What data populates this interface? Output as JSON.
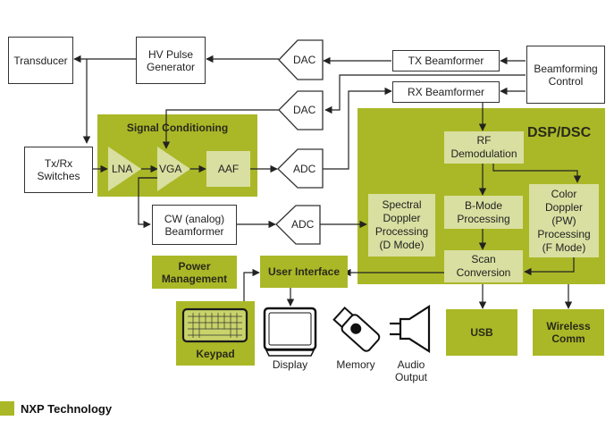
{
  "colors": {
    "nxp_green": "#aab827",
    "nxp_green_light": "#d9dfa0",
    "line": "#222222"
  },
  "blocks": {
    "transducer": "Transducer",
    "hv_pulse_generator": [
      "HV Pulse",
      "Generator"
    ],
    "dac_tx": "DAC",
    "dac_rx": "DAC",
    "tx_beamformer": "TX Beamformer",
    "rx_beamformer": "RX Beamformer",
    "beamforming_control": [
      "Beamforming",
      "Control"
    ],
    "txrx_switches": [
      "Tx/Rx",
      "Switches"
    ],
    "signal_conditioning": {
      "title": "Signal Conditioning",
      "lna": "LNA",
      "vga": "VGA",
      "aaf": "AAF"
    },
    "adc_main": "ADC",
    "adc_cw": "ADC",
    "cw_beamformer": [
      "CW (analog)",
      "Beamformer"
    ],
    "dsp": {
      "title": "DSP/DSC",
      "rf_demodulation": [
        "RF",
        "Demodulation"
      ],
      "spectral_doppler": [
        "Spectral",
        "Doppler",
        "Processing",
        "(D Mode)"
      ],
      "bmode": [
        "B-Mode",
        "Processing"
      ],
      "color_doppler": [
        "Color",
        "Doppler",
        "(PW)",
        "Processing",
        "(F Mode)"
      ],
      "scan_conversion": [
        "Scan",
        "Conversion"
      ]
    },
    "power_management": [
      "Power",
      "Management"
    ],
    "user_interface": "User Interface",
    "usb": "USB",
    "wireless_comm": [
      "Wireless",
      "Comm"
    ],
    "keypad": "Keypad",
    "display": "Display",
    "memory": "Memory",
    "audio_output": [
      "Audio",
      "Output"
    ]
  },
  "legend": {
    "label": "NXP Technology",
    "icon": "green-square"
  }
}
